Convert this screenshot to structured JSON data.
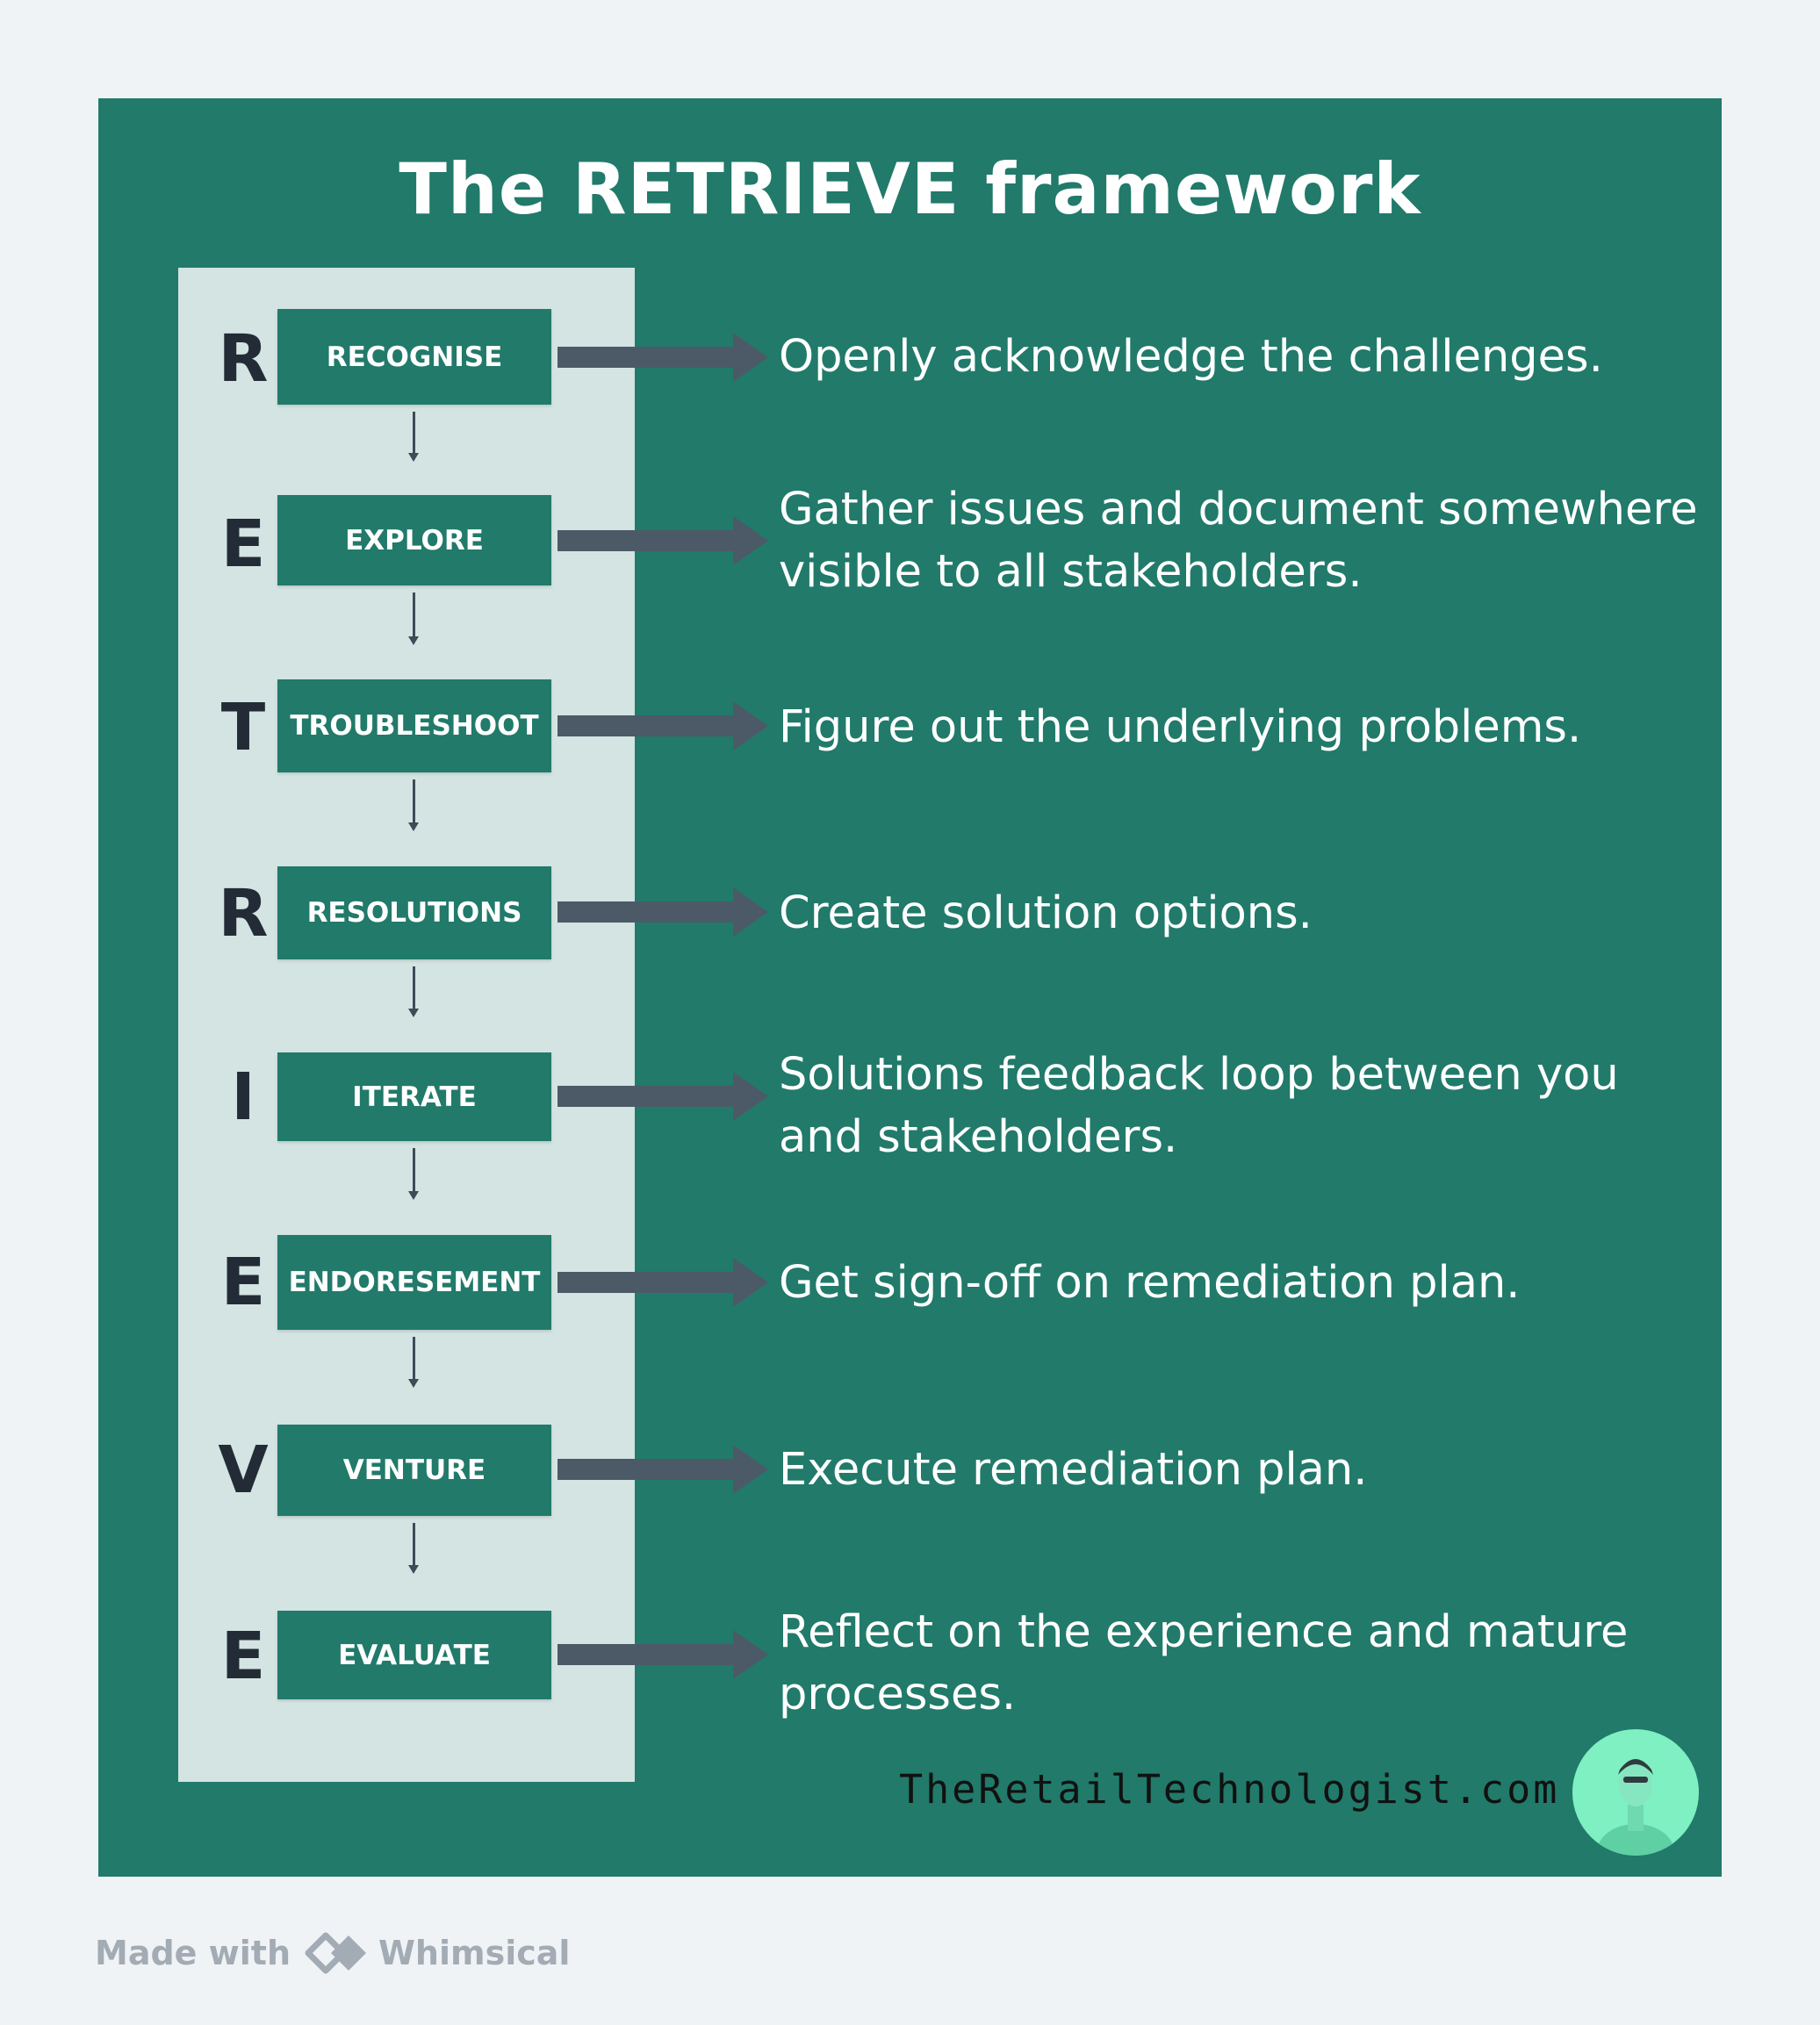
{
  "title": "The RETRIEVE framework",
  "steps": [
    {
      "letter": "R",
      "label": "RECOGNISE",
      "description": "Openly acknowledge the challenges."
    },
    {
      "letter": "E",
      "label": "EXPLORE",
      "description": "Gather issues and document somewhere visible to all stakeholders."
    },
    {
      "letter": "T",
      "label": "TROUBLESHOOT",
      "description": "Figure out the underlying problems."
    },
    {
      "letter": "R",
      "label": "RESOLUTIONS",
      "description": "Create solution options."
    },
    {
      "letter": "I",
      "label": "ITERATE",
      "description": "Solutions feedback loop between you and stakeholders."
    },
    {
      "letter": "E",
      "label": "ENDORESEMENT",
      "description": "Get sign-off on remediation plan."
    },
    {
      "letter": "V",
      "label": "VENTURE",
      "description": "Execute remediation plan."
    },
    {
      "letter": "E",
      "label": "EVALUATE",
      "description": "Reflect on the experience and mature processes."
    }
  ],
  "website": "TheRetailTechnologist.com",
  "footer": {
    "made_with": "Made with",
    "brand": "Whimsical"
  },
  "icons": {
    "avatar": "person-avatar-icon",
    "logo": "whimsical-logo-icon",
    "arrow": "right-arrow-icon"
  },
  "colors": {
    "background": "#f0f3f6",
    "board": "#217a6a",
    "panel": "#d3e4e2",
    "step_box": "#217a6a",
    "arrow": "#4c5a67",
    "letter": "#232c36",
    "text": "#ffffff",
    "avatar_bg": "#7ef0c2",
    "footer_text": "#a3abb4"
  }
}
